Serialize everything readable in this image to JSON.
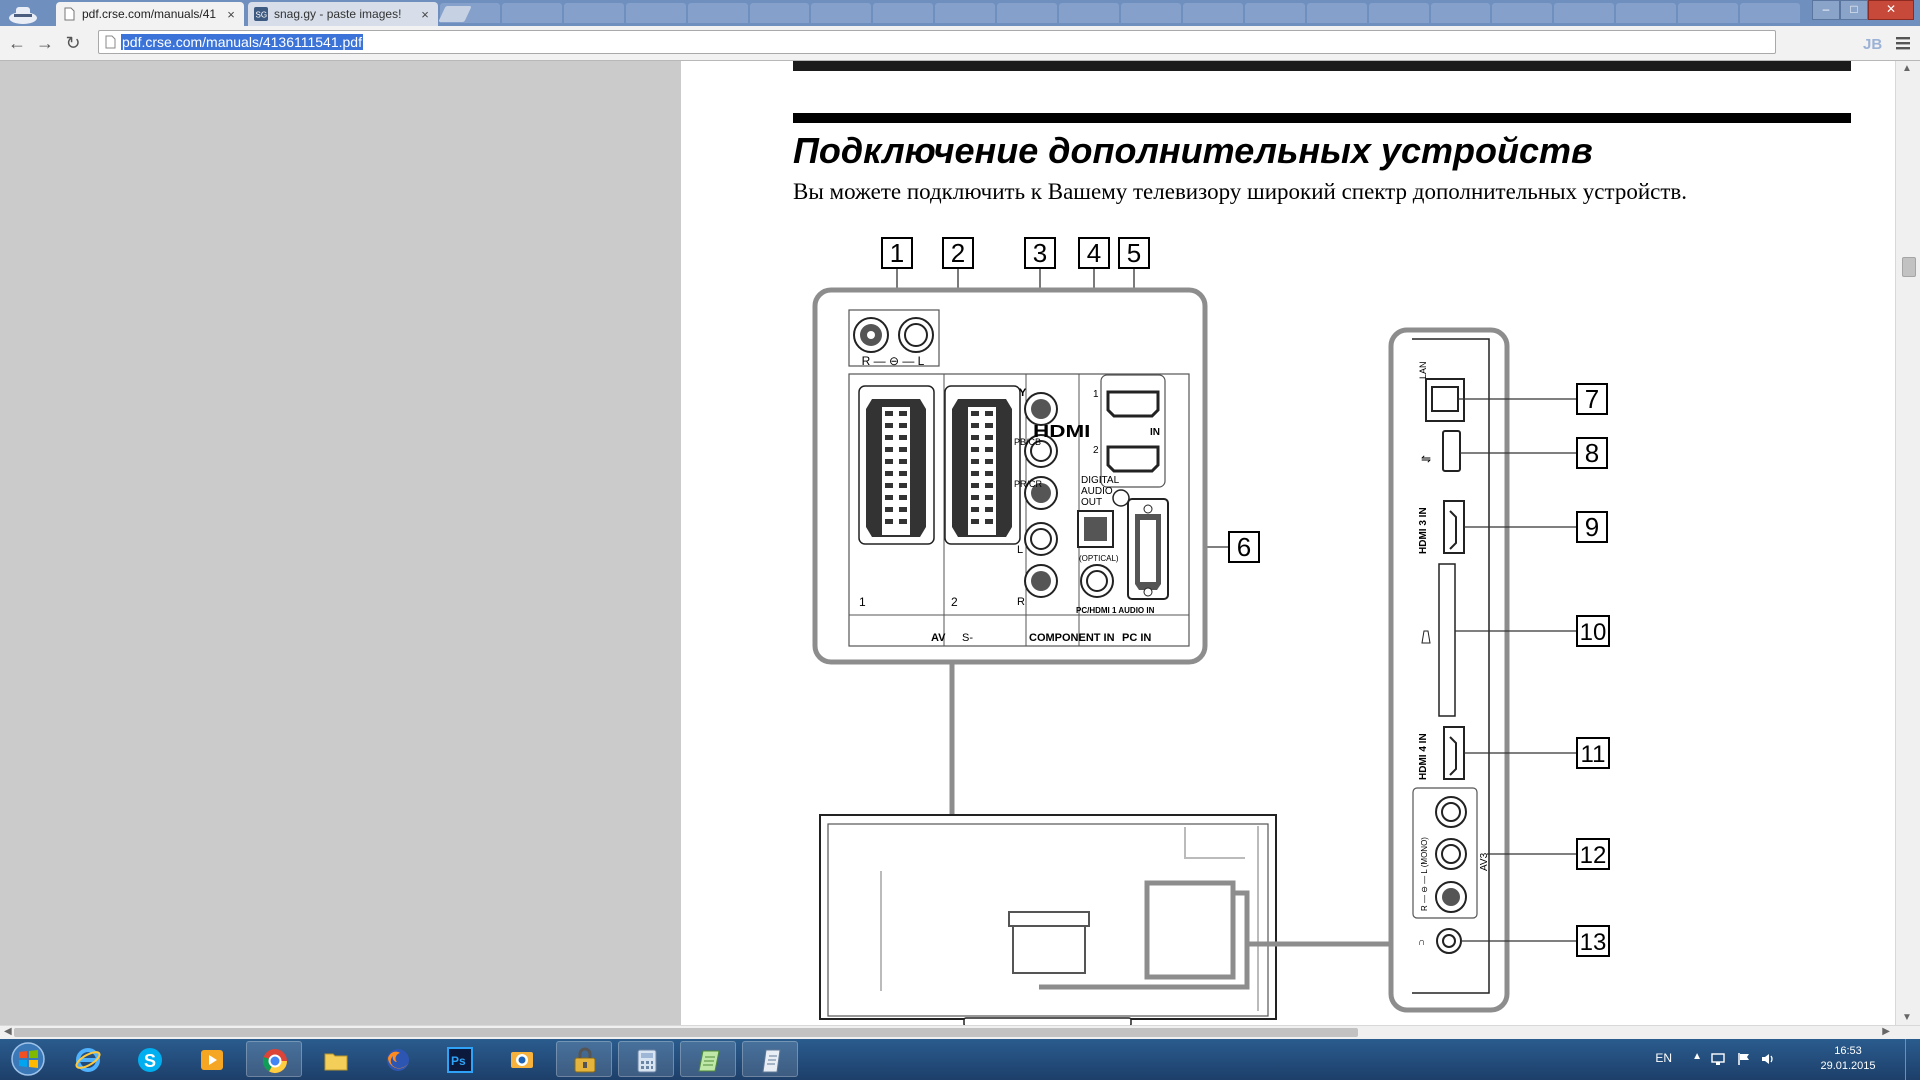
{
  "browser": {
    "tabs": [
      {
        "title": "pdf.crse.com/manuals/41",
        "active": true
      },
      {
        "title": "snag.gy - paste images!",
        "active": false
      }
    ],
    "address": "pdf.crse.com/manuals/4136111541.pdf"
  },
  "document": {
    "heading": "Подключение дополнительных устройств",
    "intro": "Вы можете подключить к Вашему телевизору широкий спектр дополнительных устройств."
  },
  "diagram": {
    "callouts_top": [
      "1",
      "2",
      "3",
      "4",
      "5"
    ],
    "callout_6": "6",
    "callouts_side": [
      "7",
      "8",
      "9",
      "10",
      "11",
      "12",
      "13"
    ],
    "panel_labels": {
      "rl_audio": "R — ⊖ — L",
      "component_y": "Y",
      "component_pb": "PB/CB",
      "component_pr": "PR/CR",
      "audio_l": "L",
      "audio_r": "R",
      "hdmi_1": "1",
      "hdmi_2": "2",
      "hdmi_logo": "HDMI",
      "hdmi_in": "IN",
      "digital_audio_out": [
        "DIGITAL",
        "AUDIO",
        "OUT"
      ],
      "optical": "(OPTICAL)",
      "pc_hdmi_audio_in": "PC/HDMI 1 AUDIO IN",
      "scart_1": "1",
      "scart_2": "2",
      "av": "AV",
      "s_video": "S-",
      "component_in": "COMPONENT IN",
      "pc_in": "PC IN",
      "lan": "LAN",
      "side_hdmi_3": "HDMI 3 IN",
      "side_hdmi_4": "HDMI 4 IN",
      "av3": "AV3",
      "av3_audio": "R — ⊖ — L (MONO)"
    }
  },
  "taskbar": {
    "apps": [
      "internet-explorer",
      "skype",
      "media-player",
      "chrome",
      "file-explorer",
      "firefox",
      "photoshop",
      "outlook",
      "security-app",
      "calculator",
      "notepad",
      "document-app"
    ],
    "language": "EN",
    "time": "16:53",
    "date": "29.01.2015"
  }
}
